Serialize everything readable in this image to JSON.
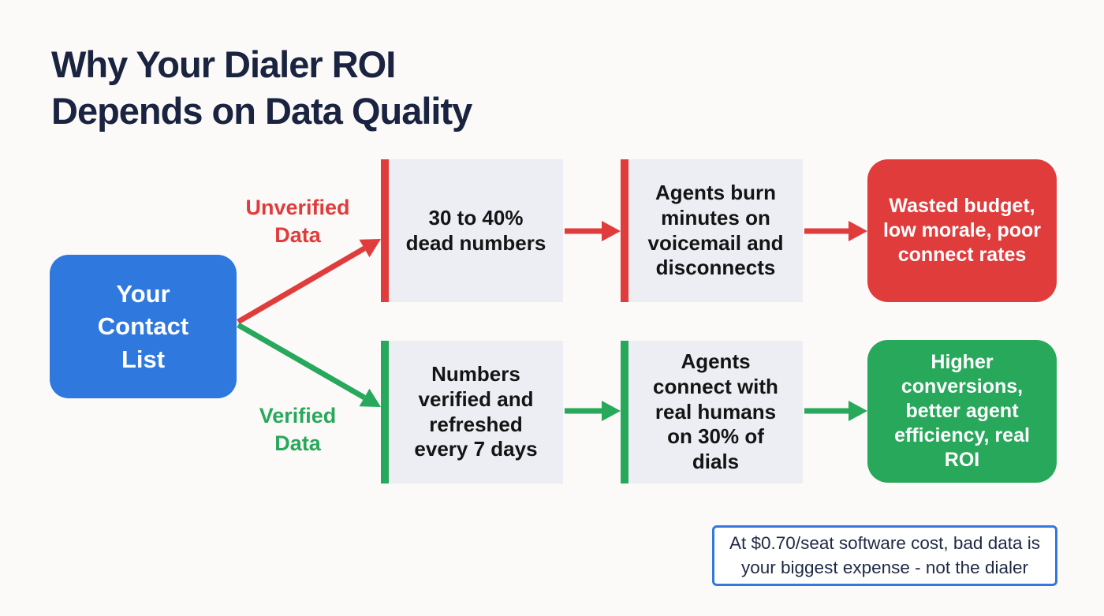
{
  "title": "Why Your Dialer ROI\nDepends on Data Quality",
  "colors": {
    "background": "#fbfaf8",
    "title_text": "#1a2340",
    "blue": "#2e78de",
    "red": "#e03c3c",
    "green": "#27a85a",
    "box_bg": "#eceef3",
    "box_text": "#141414",
    "white": "#ffffff",
    "note_border": "#3379dd",
    "note_text": "#1e2a44"
  },
  "source": {
    "label": "Your Contact List"
  },
  "branches": {
    "unverified": {
      "label": "Unverified\nData",
      "steps": [
        "30 to 40% dead numbers",
        "Agents burn minutes on voicemail and disconnects"
      ],
      "outcome": "Wasted budget, low morale, poor connect rates"
    },
    "verified": {
      "label": "Verified\nData",
      "steps": [
        "Numbers verified and refreshed every 7 days",
        "Agents connect with real humans on 30% of dials"
      ],
      "outcome": "Higher conversions, better agent efficiency, real ROI"
    }
  },
  "note": "At $0.70/seat software cost, bad data is your biggest expense - not the dialer"
}
